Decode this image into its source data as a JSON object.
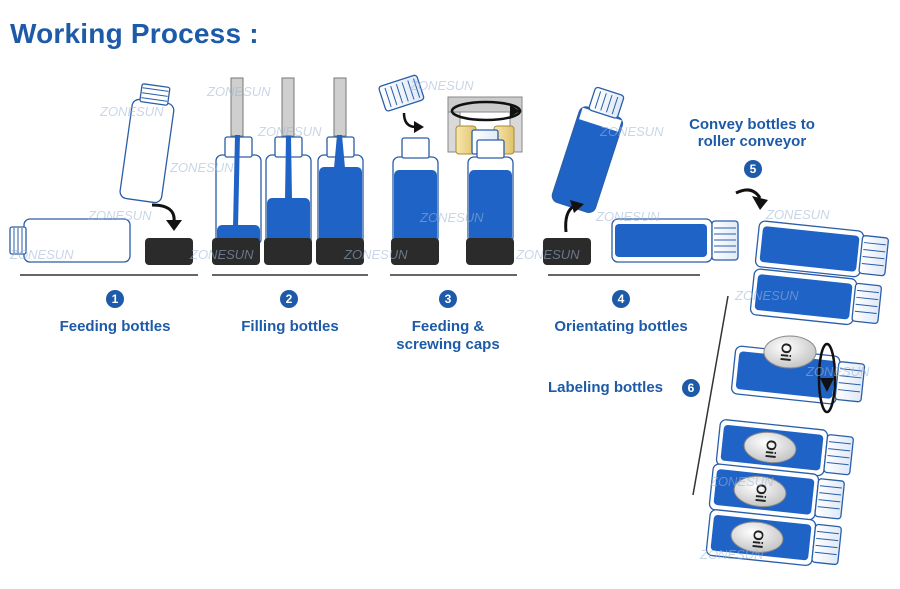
{
  "title": "Working Process :",
  "steps": [
    {
      "number": "1",
      "label": "Feeding bottles"
    },
    {
      "number": "2",
      "label": "Filling bottles"
    },
    {
      "number": "3",
      "label_line1": "Feeding &",
      "label_line2": "screwing caps"
    },
    {
      "number": "4",
      "label": "Orientating bottles"
    },
    {
      "number": "5",
      "label_line1": "Convey bottles to",
      "label_line2": "roller conveyor"
    },
    {
      "number": "6",
      "label": "Labeling bottles"
    }
  ],
  "bottle_label_text": "Oil",
  "watermark": "ZONESUN",
  "colors": {
    "brand_blue": "#1d5ba8",
    "liquid": "#1f63c6",
    "base": "#2b2b2b",
    "outline": "#2a5ea8"
  }
}
